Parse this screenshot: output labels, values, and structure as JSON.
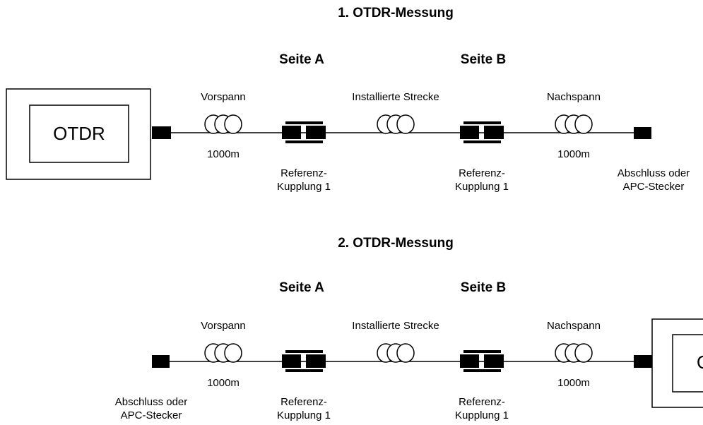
{
  "diagram": {
    "measurements": [
      {
        "title": "1. OTDR-Messung",
        "side_a": "Seite A",
        "side_b": "Seite B",
        "device_label": "OTDR",
        "lead_in_label": "Vorspann",
        "lead_in_length": "1000m",
        "installed_label": "Installierte Strecke",
        "lead_out_label": "Nachspann",
        "lead_out_length": "1000m",
        "coupling_a": [
          "Referenz-",
          "Kupplung 1"
        ],
        "coupling_b": [
          "Referenz-",
          "Kupplung 1"
        ],
        "termination": [
          "Abschluss oder",
          "APC-Stecker"
        ]
      },
      {
        "title": "2. OTDR-Messung",
        "side_a": "Seite A",
        "side_b": "Seite B",
        "device_label": "OTDR",
        "lead_in_label": "Vorspann",
        "lead_in_length": "1000m",
        "installed_label": "Installierte Strecke",
        "lead_out_label": "Nachspann",
        "lead_out_length": "1000m",
        "coupling_a": [
          "Referenz-",
          "Kupplung 1"
        ],
        "coupling_b": [
          "Referenz-",
          "Kupplung 1"
        ],
        "termination": [
          "Abschluss oder",
          "APC-Stecker"
        ]
      }
    ]
  }
}
